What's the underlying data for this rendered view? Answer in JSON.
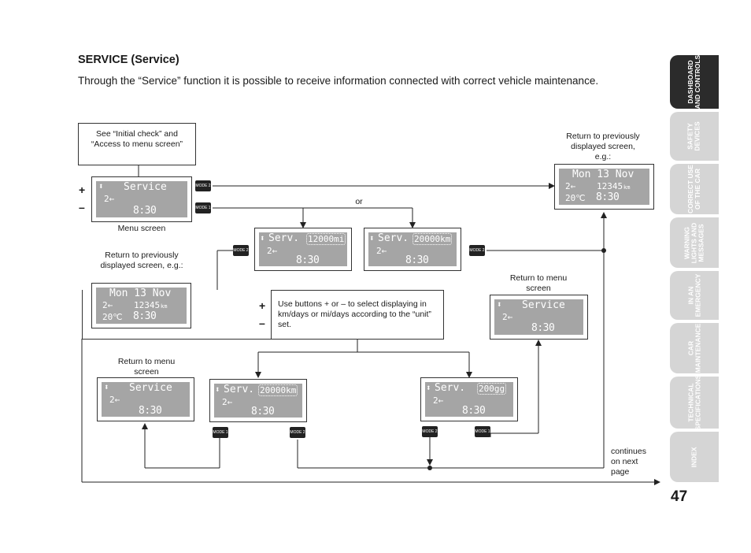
{
  "heading": "SERVICE (Service)",
  "intro": "Through the “Service” function it is possible to receive information connected with correct vehicle maintenance.",
  "notes": {
    "initial_check": "See “Initial check” and “Access to menu screen”",
    "return_prev_top": "Return to previously displayed screen, e.g.:",
    "return_prev_left": "Return to previously displayed screen, e.g.:",
    "menu_screen": "Menu screen",
    "or": "or",
    "return_menu_right": "Return to menu screen",
    "return_menu_left": "Return to menu screen",
    "use_buttons": "Use buttons + or – to select displaying in km/days or mi/days according to the “unit” set.",
    "continues": "continues on next page"
  },
  "plus": "+",
  "minus": "–",
  "buttons": {
    "mode1": "MODE 1",
    "mode2": "MODE 2"
  },
  "screens": {
    "arrows": "⬍",
    "service": "Service",
    "serv": "Serv.",
    "gear": "2←",
    "time": "8:30",
    "date": "Mon 13 Nov",
    "odometer": "12345",
    "odometer_unit": "km",
    "temp": "20℃",
    "val_12000mi": "12000mi",
    "val_20000km": "20000km",
    "val_200gg": "200gg"
  },
  "tabs": [
    "DASHBOARD\nAND CONTROLS",
    "SAFETY\nDEVICES",
    "CORRECT USE\nOF THE CAR",
    "WARNING\nLIGHTS AND\nMESSAGES",
    "IN AN\nEMERGENCY",
    "CAR\nMAINTENANCE",
    "TECHNICAL\nSPECIFICATIONS",
    "INDEX"
  ],
  "page_number": "47"
}
